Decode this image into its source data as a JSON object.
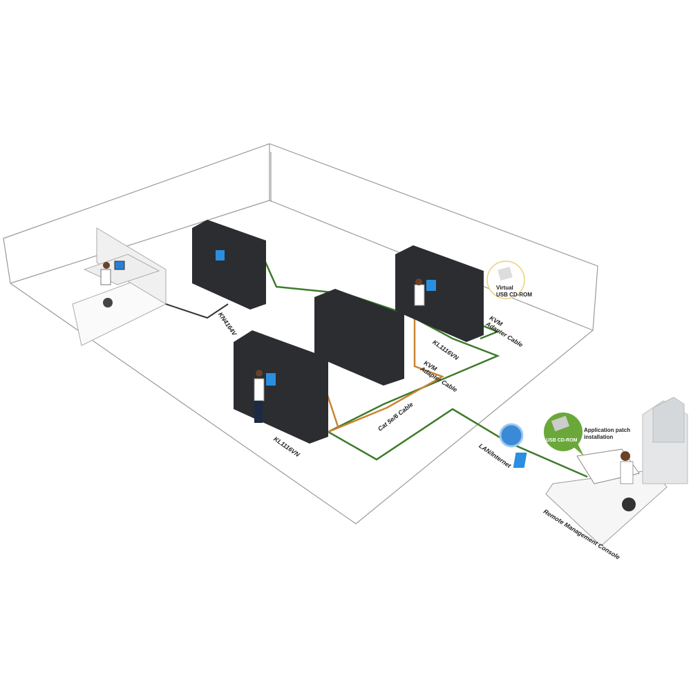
{
  "labels": {
    "kn4164v": "KN4164V",
    "kl1116vn_top": "KL1116VN",
    "kl1116vn_bottom": "KL1116VN",
    "virtual_cd_line1": "Virtual",
    "virtual_cd_line2": "USB CD-ROM",
    "kvm_cable_1_line1": "KVM",
    "kvm_cable_1_line2": "Adapter Cable",
    "kvm_cable_2_line1": "KVM",
    "kvm_cable_2_line2": "Adapter Cable",
    "cat_cable": "Cat 5e/6 Cable",
    "lan": "LAN/Internet",
    "usb_cd": "USB CD-ROM",
    "app_patch_line1": "Application patch",
    "app_patch_line2": "installation",
    "remote_console": "Remote Management Console"
  },
  "colors": {
    "lan_cable": "#3c7a2a",
    "cat_cable": "#c9842f",
    "rack": "#2b2d30",
    "bubble": "#6aa83a"
  }
}
